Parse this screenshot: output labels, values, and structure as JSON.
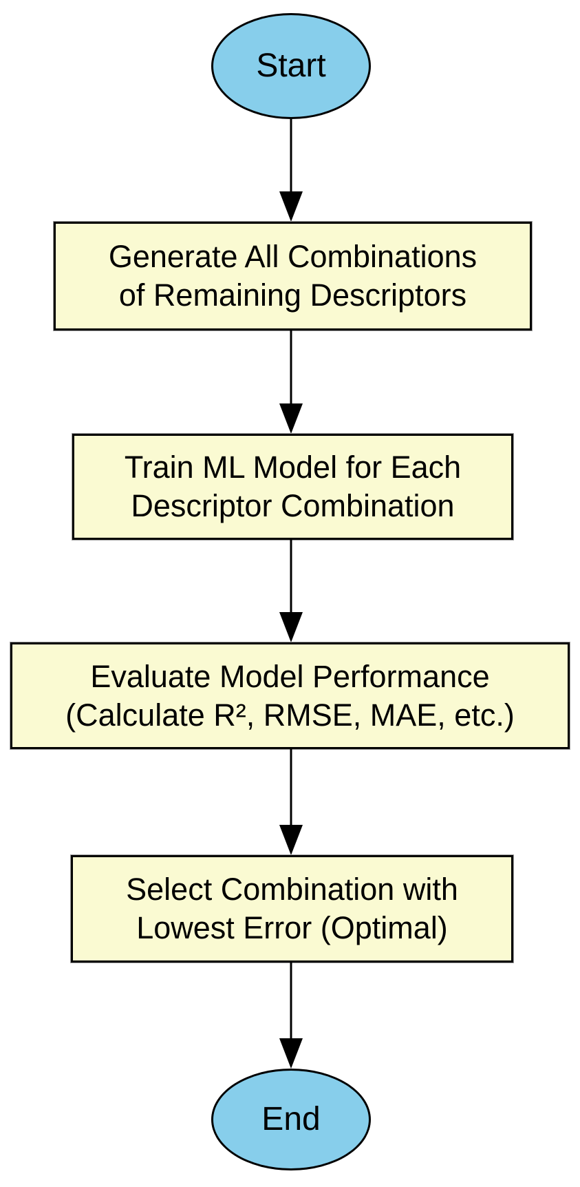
{
  "flowchart": {
    "background_color": "#ffffff",
    "colors": {
      "terminator_fill": "#87CEEB",
      "process_fill": "#FAFAD2",
      "node_border": "#000000",
      "text": "#000000",
      "arrow": "#000000"
    },
    "nodes": [
      {
        "id": "start",
        "type": "terminator",
        "label": "Start"
      },
      {
        "id": "generate-combinations",
        "type": "process",
        "label": "Generate All Combinations\nof Remaining Descriptors"
      },
      {
        "id": "train-model",
        "type": "process",
        "label": "Train ML Model for Each\nDescriptor Combination"
      },
      {
        "id": "evaluate-performance",
        "type": "process",
        "label": "Evaluate Model Performance\n(Calculate R², RMSE, MAE, etc.)"
      },
      {
        "id": "select-combination",
        "type": "process",
        "label": "Select Combination with\nLowest Error (Optimal)"
      },
      {
        "id": "end",
        "type": "terminator",
        "label": "End"
      }
    ],
    "edges": [
      {
        "from": "start",
        "to": "generate-combinations"
      },
      {
        "from": "generate-combinations",
        "to": "train-model"
      },
      {
        "from": "train-model",
        "to": "evaluate-performance"
      },
      {
        "from": "evaluate-performance",
        "to": "select-combination"
      },
      {
        "from": "select-combination",
        "to": "end"
      }
    ]
  }
}
